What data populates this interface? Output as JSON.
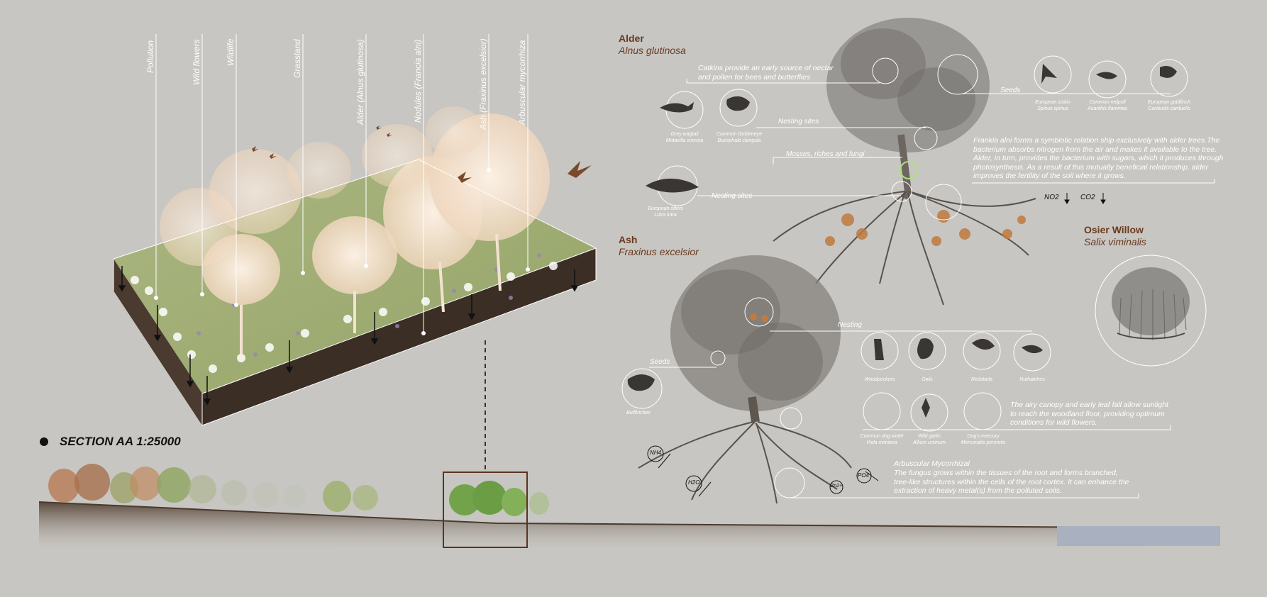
{
  "legend_labels": [
    "Pollution",
    "Wild flowers",
    "Wildlife",
    "Grassland",
    "Alder (Alnus glutinosa)",
    "Nodules (Francia alni)",
    "Ash (Fraxinus excelsior)",
    "Arbuscular mycorrhiza"
  ],
  "section": {
    "title": "SECTION AA 1:25000"
  },
  "alder": {
    "name": "Alder",
    "latin": "Alnus glutinosa",
    "catkins_note": "Catkins provide an early source of nectar\nand pollen for bees and butterflies",
    "seeds_label": "Seeds",
    "nesting_label": "Nesting sites",
    "mosses_label": "Mosses, riches and fungi",
    "nesting_label_2": "Nesting sites",
    "frankia_note": "Frankia alni forms a symbiotic relation ship exclusively with alder trees.The\nbacterium absorbs nitrogen from the air and makes it available to the tree.\nAlder, in turn, provides the bacterium with sugars, which it produces through\nphotosynthesis. As a result of this mutually beneficial relationship, alder\nimproves the fertility of the soil where it grows.",
    "no2": "NO2",
    "co2": "CO2",
    "seed_birds": [
      {
        "common": "European siskin",
        "latin": "Spinus spinus"
      },
      {
        "common": "Common redpoll",
        "latin": "Acanthis flammea"
      },
      {
        "common": "European goldfinch",
        "latin": "Carduelis carduelis"
      }
    ],
    "nest_birds": [
      {
        "common": "Grey wagtail",
        "latin": "Motacilla cinerea"
      },
      {
        "common": "Common Goldeneye",
        "latin": "Bucephala clangula"
      }
    ],
    "otter": {
      "common": "European otters",
      "latin": "Lutra lutra"
    }
  },
  "ash": {
    "name": "Ash",
    "latin": "Fraxinus excelsior",
    "seeds_label": "Seeds",
    "nesting_label": "Nesting",
    "bullfinch": "Bullfinches",
    "nest_birds": [
      "Woodpeckers",
      "Owls",
      "Redstarts",
      "Nuthatches"
    ],
    "flowers": [
      {
        "common": "Common dog-violet",
        "latin": "Viola riviniana"
      },
      {
        "common": "Wild garlic",
        "latin": "Allium ursinum"
      },
      {
        "common": "Dog's mercury",
        "latin": "Mercurialis perennis"
      }
    ],
    "canopy_note": "The airy canopy and early leaf fall allow sunlight\nto reach the woodland floor, providing optimum\nconditions for wild flowers.",
    "myco_title": "Arbuscular Mycorrhizal",
    "myco_note": "The fungus grows within the tissues of the root and forms branched,\ntree-like structures within the cells of the root cortex. It can enhance the\nextraction of heavy metal(s) from the polluted soils.",
    "chem": [
      "NH4",
      "H2O",
      "PO4",
      "Zn2+"
    ]
  },
  "willow": {
    "name": "Osier Willow",
    "latin": "Salix viminalis"
  },
  "colors": {
    "background": "#c7c6c2",
    "accent_brown": "#6b3a1e",
    "tree_cream": "#f3e2d0",
    "soil": "#3b2e25"
  }
}
